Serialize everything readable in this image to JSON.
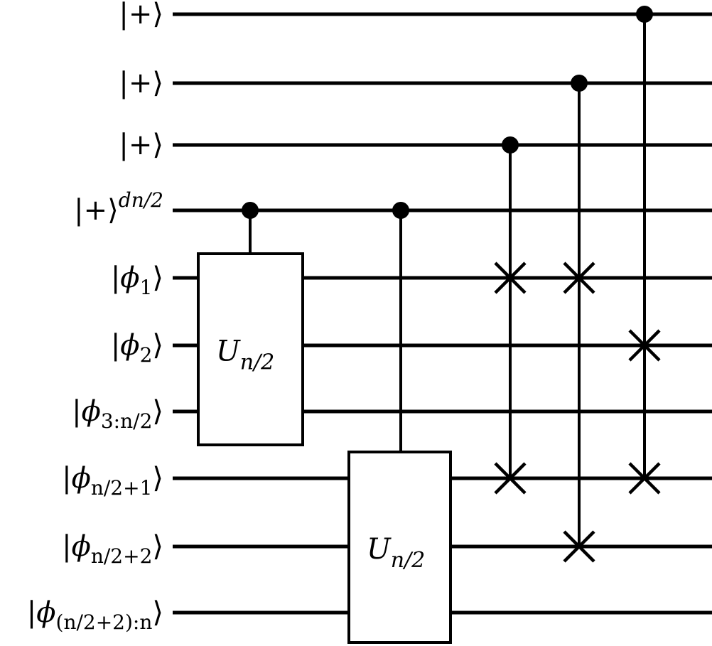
{
  "qubits": [
    {
      "ket_open": "|",
      "main": "+",
      "sub": "",
      "sup": "",
      "ket_close": "⟩"
    },
    {
      "ket_open": "|",
      "main": "+",
      "sub": "",
      "sup": "",
      "ket_close": "⟩"
    },
    {
      "ket_open": "|",
      "main": "+",
      "sub": "",
      "sup": "",
      "ket_close": "⟩"
    },
    {
      "ket_open": "|",
      "main": "+",
      "sub": "",
      "sup": "dn/2",
      "ket_close": "⟩"
    },
    {
      "ket_open": "|",
      "main": "ϕ",
      "sub": "1",
      "sup": "",
      "ket_close": "⟩"
    },
    {
      "ket_open": "|",
      "main": "ϕ",
      "sub": "2",
      "sup": "",
      "ket_close": "⟩"
    },
    {
      "ket_open": "|",
      "main": "ϕ",
      "sub": "3:n/2",
      "sup": "",
      "ket_close": "⟩"
    },
    {
      "ket_open": "|",
      "main": "ϕ",
      "sub": "n/2+1",
      "sup": "",
      "ket_close": "⟩"
    },
    {
      "ket_open": "|",
      "main": "ϕ",
      "sub": "n/2+2",
      "sup": "",
      "ket_close": "⟩"
    },
    {
      "ket_open": "|",
      "main": "ϕ",
      "sub": "(n/2+2):n",
      "sup": "",
      "ket_close": "⟩"
    }
  ],
  "gates": [
    {
      "label_main": "U",
      "label_sub": "n/2",
      "control_wire": 3,
      "target_wires": [
        4,
        5,
        6
      ]
    },
    {
      "label_main": "U",
      "label_sub": "n/2",
      "control_wire": 3,
      "target_wires": [
        7,
        8,
        9
      ]
    }
  ],
  "controlled_swaps": [
    {
      "control_wire": 2,
      "swap_wires": [
        4,
        7
      ]
    },
    {
      "control_wire": 1,
      "swap_wires": [
        4,
        8
      ]
    },
    {
      "control_wire": 0,
      "swap_wires": [
        5,
        7
      ]
    }
  ]
}
